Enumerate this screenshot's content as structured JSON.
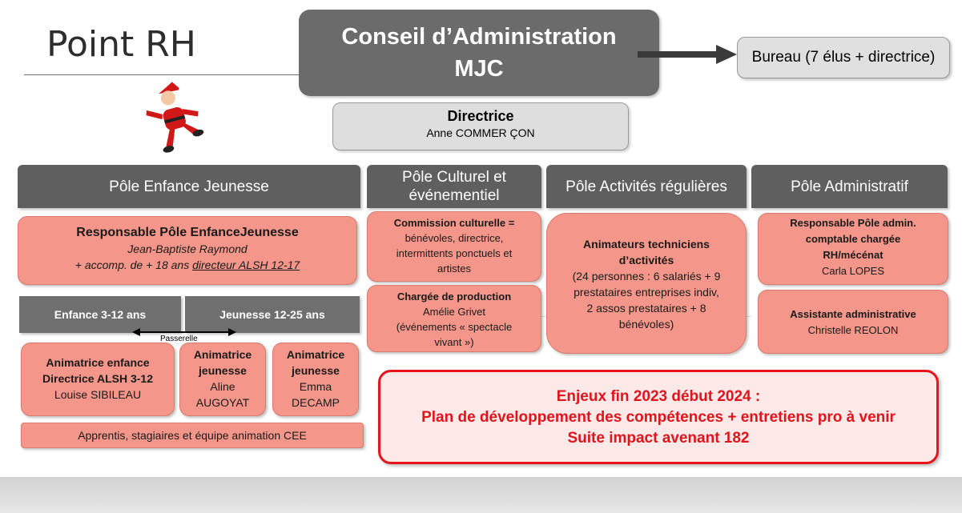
{
  "slide_title": "Point RH",
  "conseil": {
    "line1": "Conseil d’Administration",
    "line2": "MJC"
  },
  "bureau": "Bureau (7 élus + directrice)",
  "directrice": {
    "title": "Directrice",
    "name": "Anne COMMER ÇON"
  },
  "poles": {
    "enfance": "Pôle Enfance Jeunesse",
    "culturel_l1": "Pôle Culturel et",
    "culturel_l2": "événementiel",
    "activites": "Pôle Activités régulières",
    "admin": "Pôle Administratif"
  },
  "enfance": {
    "resp_title": "Responsable Pôle EnfanceJeunesse",
    "resp_name": "Jean-Baptiste Raymond",
    "resp_note_a": "+ accomp. de + 18 ans ",
    "resp_note_b": "directeur ALSH 12-17",
    "tab_enfance": "Enfance 3-12 ans",
    "tab_jeunesse": "Jeunesse 12-25 ans",
    "passerelle": "Passerelle",
    "anim1_l1": "Animatrice enfance",
    "anim1_l2": "Directrice ALSH 3-12",
    "anim1_name": "Louise SIBILEAU",
    "anim2_l1": "Animatrice",
    "anim2_l2": "jeunesse",
    "anim2_n1": "Aline",
    "anim2_n2": "AUGOYAT",
    "anim3_l1": "Animatrice",
    "anim3_l2": "jeunesse",
    "anim3_n1": "Emma",
    "anim3_n2": "DECAMP",
    "apprentis": "Apprentis, stagiaires et équipe animation CEE"
  },
  "culturel": {
    "comm_title": "Commission culturelle =",
    "comm_l1": "bénévoles, directrice,",
    "comm_l2": "intermittents ponctuels et",
    "comm_l3": "artistes",
    "prod_title": "Chargée de production",
    "prod_name": "Amélie Grivet",
    "prod_l1": "(événements « spectacle",
    "prod_l2": "vivant »)"
  },
  "activites": {
    "title_l1": "Animateurs techniciens",
    "title_l2": "d’activités",
    "l1": "(24 personnes : 6 salariés + 9",
    "l2": "prestataires entreprises indiv,",
    "l3": "2 assos prestataires + 8",
    "l4": "bénévoles)"
  },
  "admin": {
    "resp_l1": "Responsable Pôle admin.",
    "resp_l2": "comptable chargée",
    "resp_l3": "RH/mécénat",
    "resp_name": "Carla LOPES",
    "assist_title": "Assistante administrative",
    "assist_name": "Christelle REOLON"
  },
  "enjeux": {
    "l1": "Enjeux fin 2023 début 2024 :",
    "l2": "Plan de développement des compétences + entretiens pro à venir",
    "l3": "Suite impact avenant 182"
  },
  "colors": {
    "pole_header": "#5f5f5f",
    "salmon": "#f4978a",
    "alert_red": "#e8141c"
  },
  "icons": [
    "santa-claus-icon",
    "arrow-right-icon",
    "double-arrow-icon"
  ]
}
